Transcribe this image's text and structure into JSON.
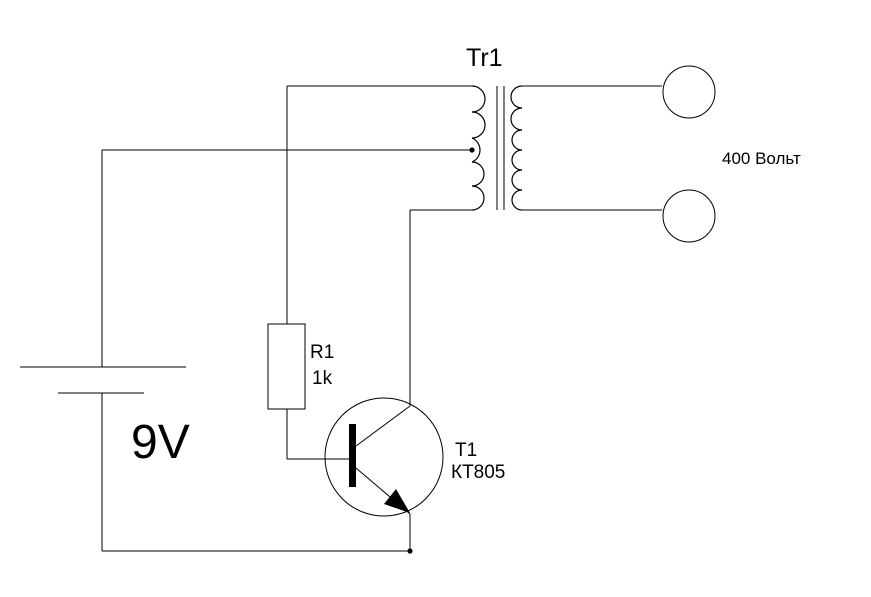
{
  "transformer": {
    "ref": "Tr1"
  },
  "output": {
    "voltage": "400 Вольт"
  },
  "resistor": {
    "ref": "R1",
    "value": "1k"
  },
  "battery": {
    "voltage": "9V"
  },
  "transistor": {
    "ref": "T1",
    "model": "КТ805"
  },
  "colors": {
    "ink": "#000000",
    "background": "#ffffff"
  }
}
